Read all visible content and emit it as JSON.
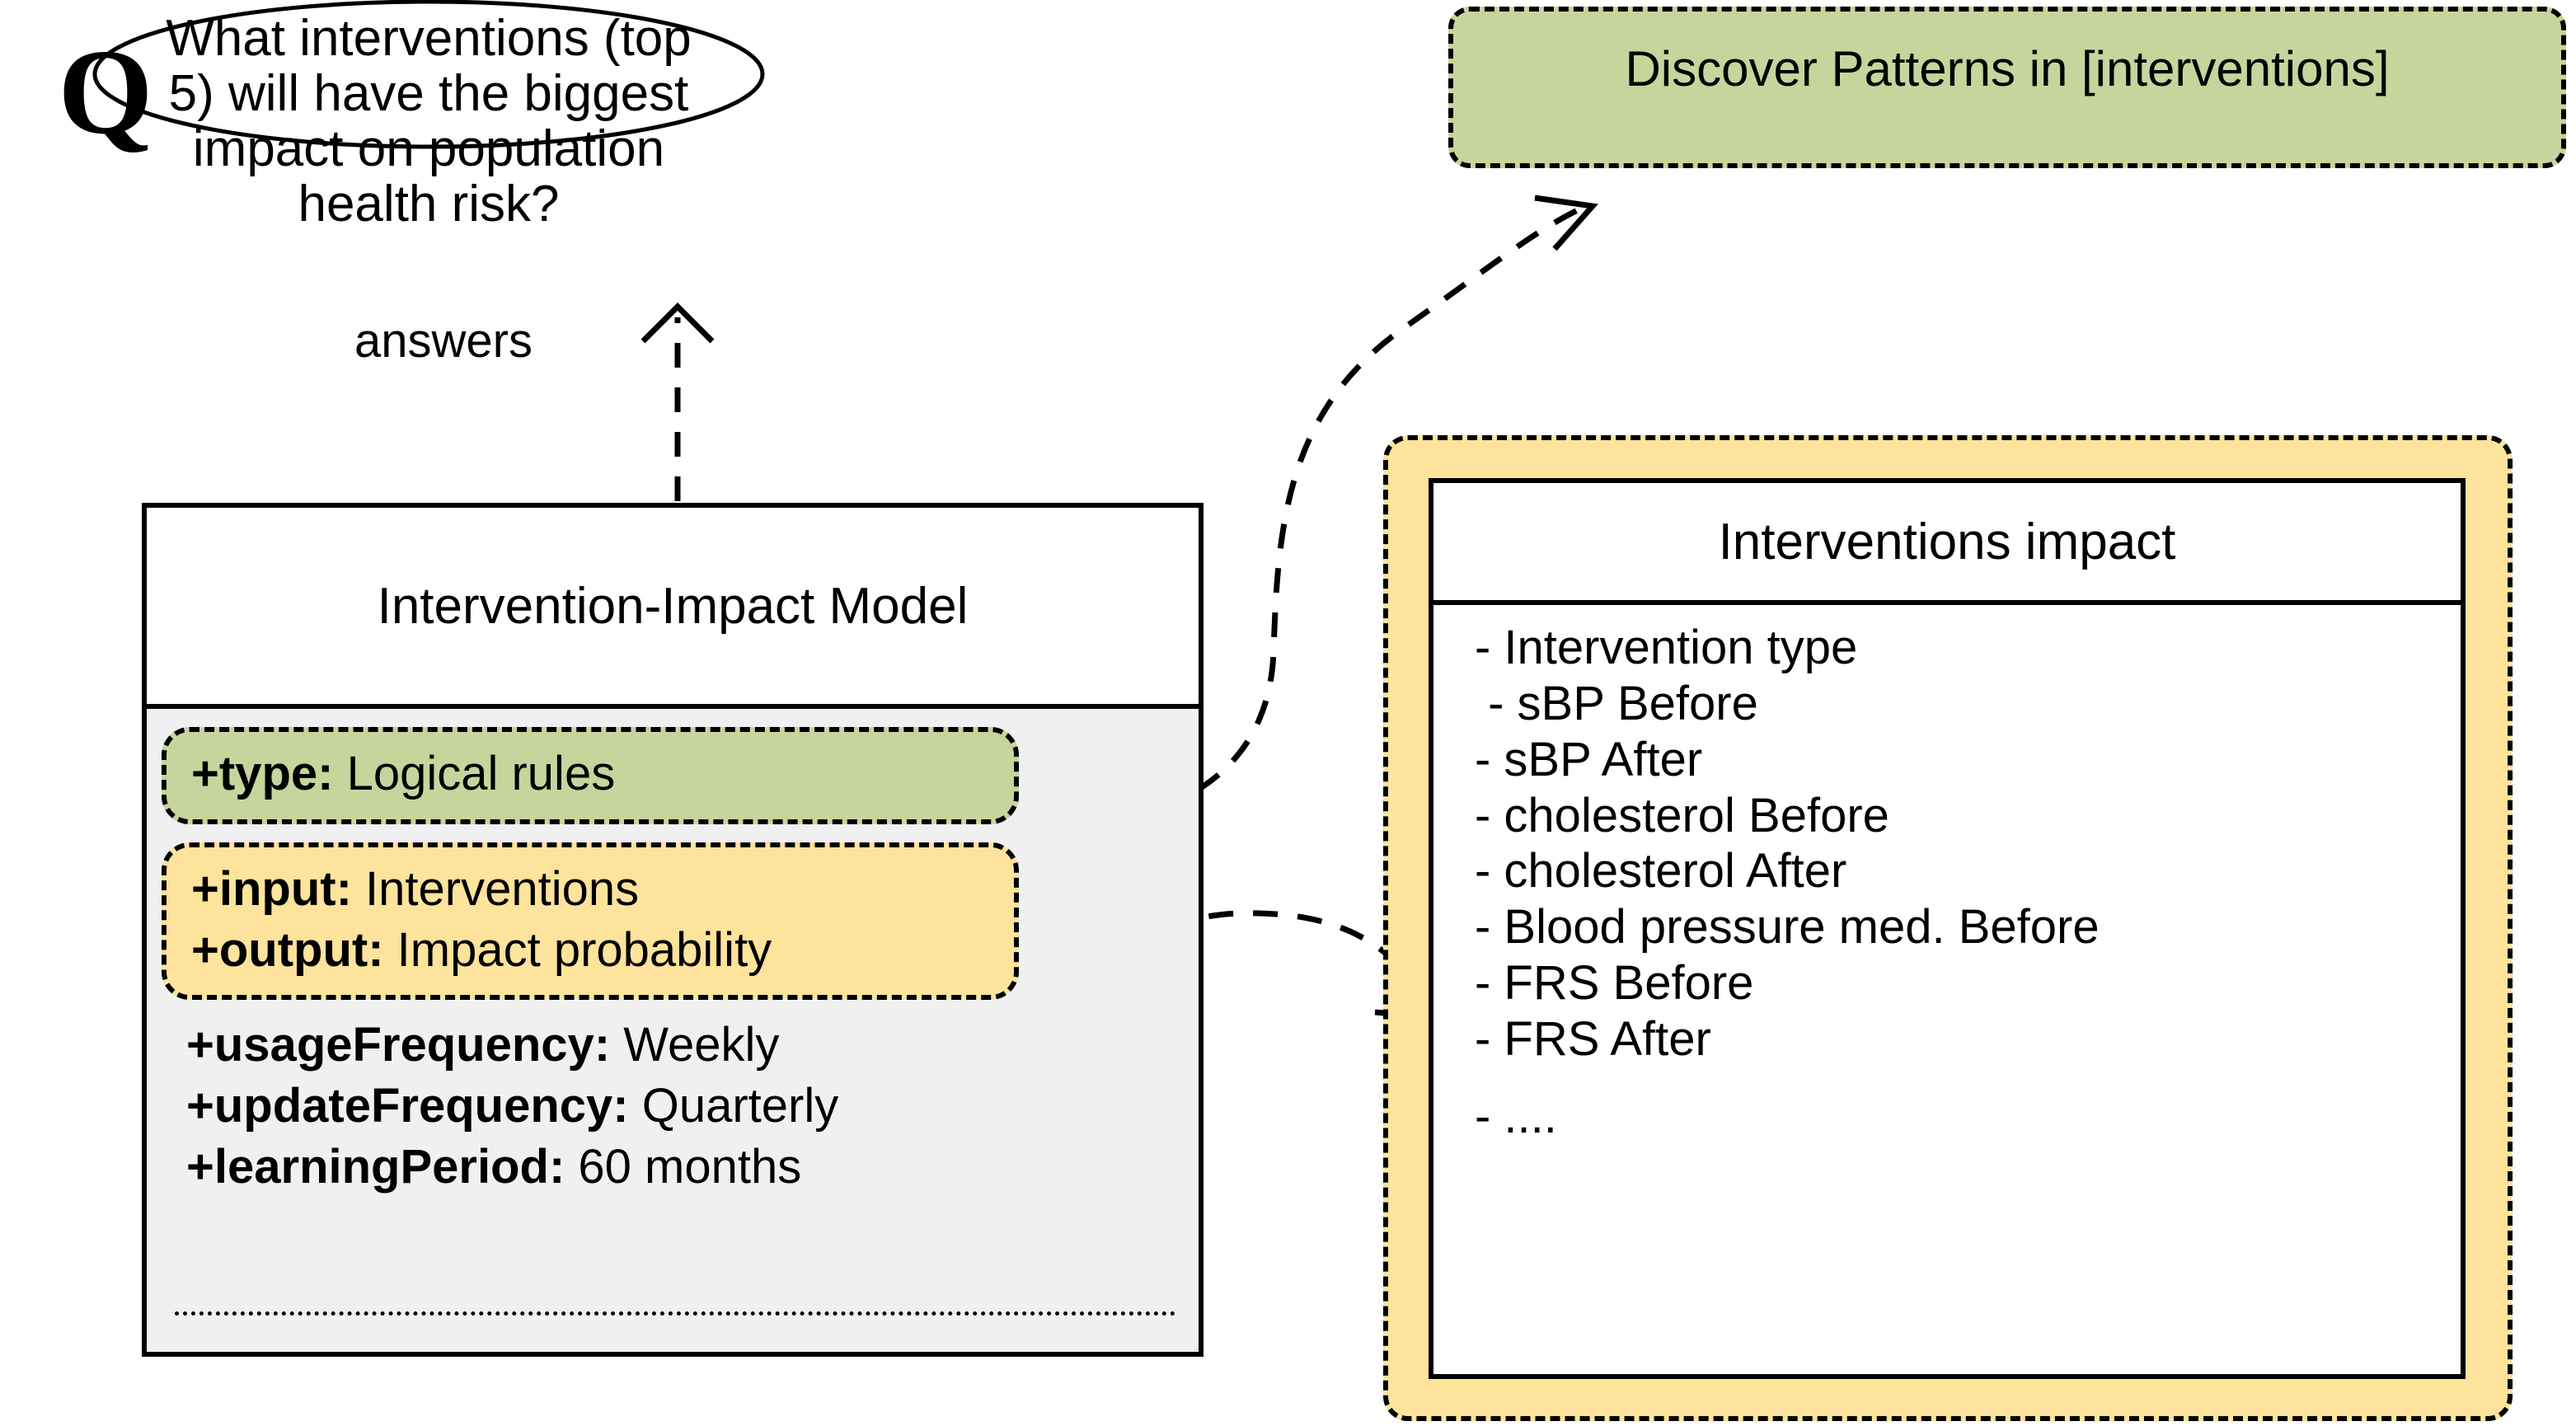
{
  "question": {
    "badge": "Q",
    "text": "What interventions (top 5) will have the biggest impact on population health risk?"
  },
  "edges": {
    "answers_label": "answers"
  },
  "discovery": {
    "text": "Discover Patterns in [interventions]",
    "fill_color": "#c6d59c"
  },
  "model": {
    "title": "Intervention-Impact Model",
    "attributes": [
      {
        "key": "+type:",
        "value": " Logical rules",
        "highlight": "green"
      },
      {
        "key": "+input:",
        "value": " Interventions",
        "highlight": "yellow"
      },
      {
        "key": "+output:",
        "value": " Impact probability",
        "highlight": "yellow"
      },
      {
        "key": "+usageFrequency:",
        "value": " Weekly",
        "highlight": "none"
      },
      {
        "key": "+updateFrequency:",
        "value": " Quarterly",
        "highlight": "none"
      },
      {
        "key": "+learningPeriod:",
        "value": "  60 months",
        "highlight": "none"
      }
    ],
    "body_color": "#f0f0f0"
  },
  "dataset": {
    "title": "Interventions impact",
    "fill_color": "#fde39b",
    "attributes": [
      "- Intervention type",
      " - sBP Before",
      "- sBP After",
      "- cholesterol Before",
      "- cholesterol After",
      "- Blood pressure med. Before",
      "- FRS Before",
      "- FRS After",
      "- ...."
    ]
  }
}
